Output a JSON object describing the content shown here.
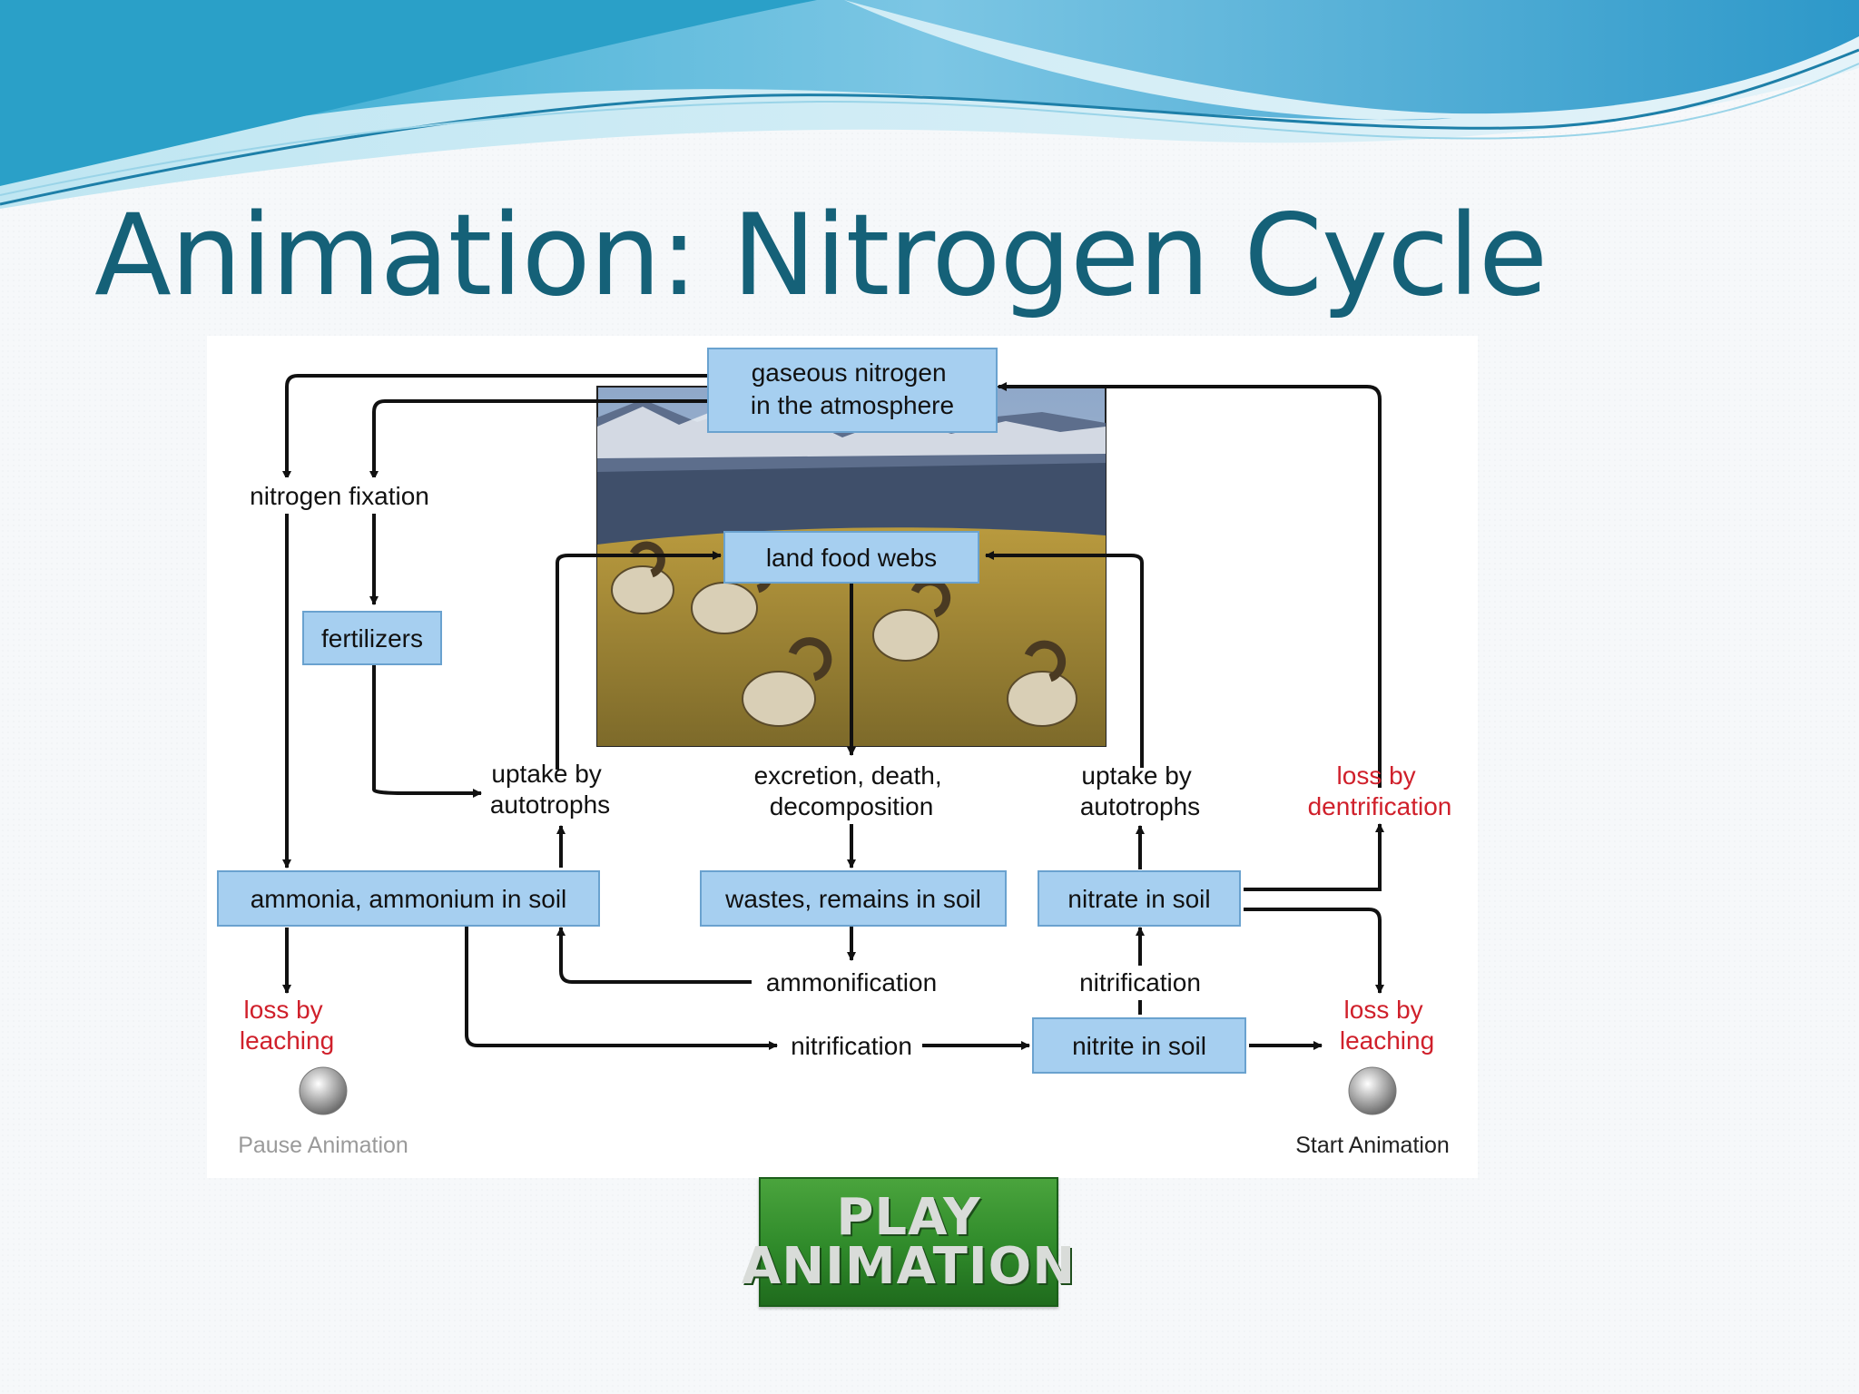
{
  "slide": {
    "title": "Animation: Nitrogen Cycle"
  },
  "diagram": {
    "boxes": {
      "atmosphere": [
        "gaseous nitrogen",
        "in the atmosphere"
      ],
      "land_food_webs": [
        "land food webs"
      ],
      "fertilizers": [
        "fertilizers"
      ],
      "ammonia_soil": [
        "ammonia, ammonium in soil"
      ],
      "wastes_soil": [
        "wastes, remains in soil"
      ],
      "nitrate_soil": [
        "nitrate in soil"
      ],
      "nitrite_soil": [
        "nitrite in soil"
      ]
    },
    "labels": {
      "nitrogen_fixation": [
        "nitrogen fixation"
      ],
      "uptake_left": [
        "uptake by",
        "autotrophs"
      ],
      "excretion": [
        "excretion, death,",
        "decomposition"
      ],
      "uptake_right": [
        "uptake by",
        "autotrophs"
      ],
      "loss_denitrification": [
        "loss by",
        "dentrification"
      ],
      "loss_leaching_left": [
        "loss by",
        "leaching"
      ],
      "loss_leaching_right": [
        "loss by",
        "leaching"
      ],
      "ammonification": [
        "ammonification"
      ],
      "nitrification_upper": [
        "nitrification"
      ],
      "nitrification_lower": [
        "nitrification"
      ]
    },
    "controls": {
      "pause": "Pause Animation",
      "start": "Start Animation"
    },
    "colors": {
      "box_fill": "#a6cff0",
      "loss_text": "#d0202b",
      "arrow": "#111111"
    }
  },
  "buttons": {
    "play_line1": "PLAY",
    "play_line2": "ANIMATION"
  }
}
